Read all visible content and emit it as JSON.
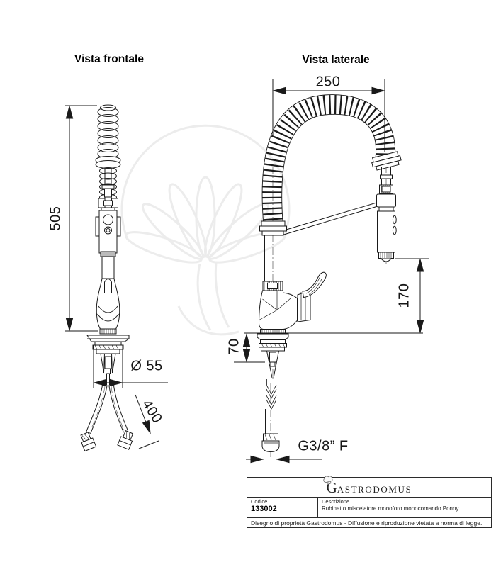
{
  "views": {
    "front": {
      "title": "Vista frontale"
    },
    "side": {
      "title": "Vista laterale"
    }
  },
  "dimensions": {
    "front_height": "505",
    "front_base_diameter": "Ø 55",
    "front_hose_length": "400",
    "side_depth": "250",
    "side_spout_height": "170",
    "side_under_counter": "70",
    "side_connection": "G3/8” F"
  },
  "title_block": {
    "brand_initial": "G",
    "brand_rest": "ASTRODOMUS",
    "code_label": "Codice",
    "code_value": "133002",
    "description_label": "Descrizione",
    "description_value": "Rubinetto miscelatore monoforo monocomando Ponny",
    "legal_note": "Disegno di proprietà Gastrodomus -  Diffusione e riproduzione vietata a norma di legge."
  },
  "colors": {
    "line": "#1a1a1a",
    "watermark": "#ececec",
    "text": "#111111"
  }
}
